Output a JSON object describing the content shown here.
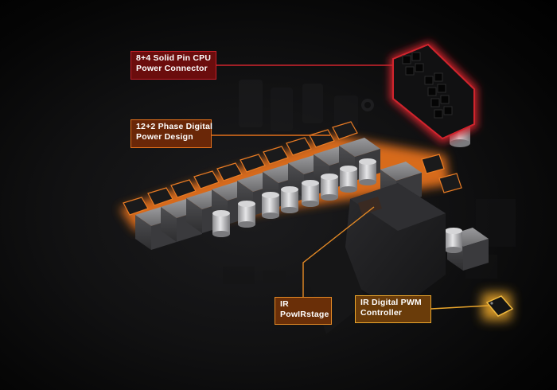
{
  "callouts": {
    "cpu_connector": {
      "line1": "8+4 Solid Pin CPU",
      "line2": "Power Connector",
      "color": "#c8202a"
    },
    "phase_design": {
      "line1": "12+2 Phase Digital",
      "line2": "Power Design",
      "color": "#e2701c"
    },
    "powirstage": {
      "line1": "IR",
      "line2": "PowIRstage",
      "color": "#e58a25"
    },
    "pwm_controller": {
      "line1": "IR Digital PWM",
      "line2": "Controller",
      "color": "#eaa62c"
    }
  },
  "components": {
    "cpu_connector_pins": 12,
    "phase_count": 14
  }
}
